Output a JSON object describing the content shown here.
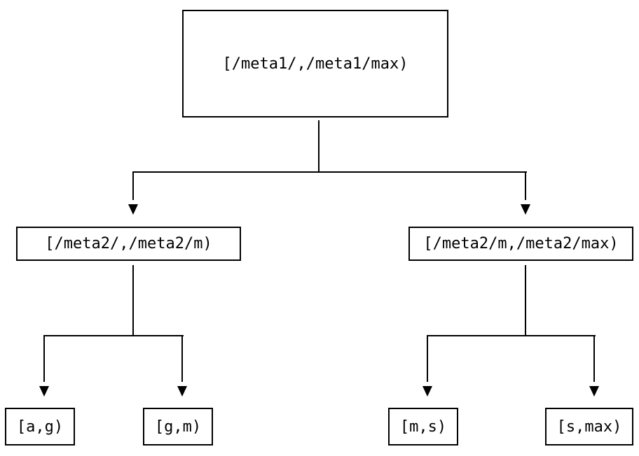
{
  "diagram": {
    "type": "binary-tree",
    "background_color": "#ffffff",
    "line_color": "#000000",
    "node_border_color": "#000000",
    "node_fill_color": "#ffffff",
    "nodes": {
      "root": {
        "label": "[/meta1/,/meta1/max)"
      },
      "left": {
        "label": "[/meta2/,/meta2/m)"
      },
      "right": {
        "label": "[/meta2/m,/meta2/max)"
      },
      "leaf_ag": {
        "label": "[a,g)"
      },
      "leaf_gm": {
        "label": "[g,m)"
      },
      "leaf_ms": {
        "label": "[m,s)"
      },
      "leaf_smax": {
        "label": "[s,max)"
      }
    },
    "edges": [
      {
        "from": "root",
        "to": "left"
      },
      {
        "from": "root",
        "to": "right"
      },
      {
        "from": "left",
        "to": "leaf_ag"
      },
      {
        "from": "left",
        "to": "leaf_gm"
      },
      {
        "from": "right",
        "to": "leaf_ms"
      },
      {
        "from": "right",
        "to": "leaf_smax"
      }
    ]
  }
}
